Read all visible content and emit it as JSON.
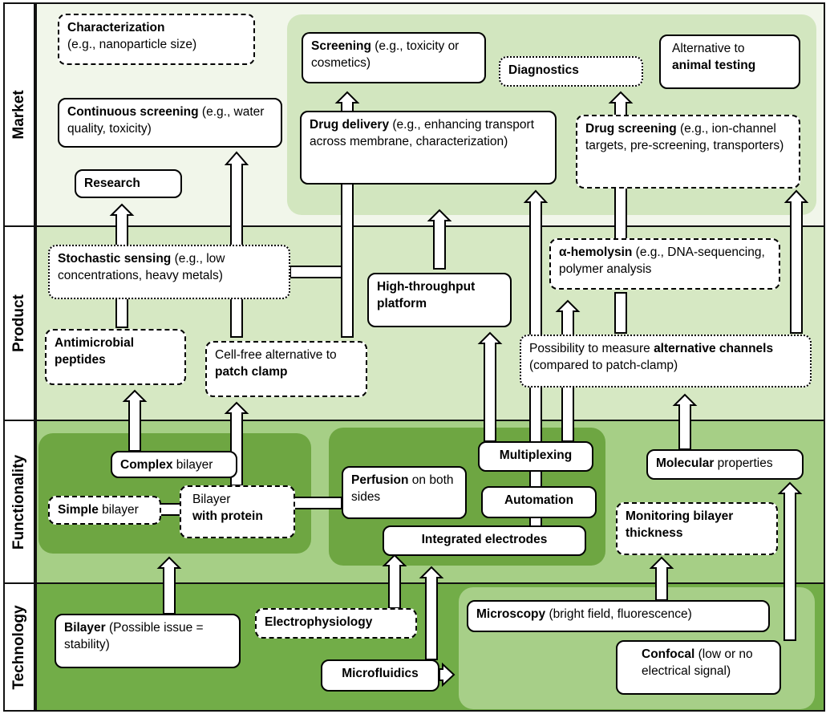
{
  "axis_labels": {
    "market": "Market",
    "product": "Product",
    "functionality": "Functionality",
    "technology": "Technology"
  },
  "colors": {
    "market": "#f1f6ea",
    "product": "#d6e8c3",
    "functionality": "#a6cf86",
    "technology": "#72ad48"
  },
  "nodes": {
    "characterization": {
      "bold": "Characterization",
      "rest": "(e.g., nanoparticle size)"
    },
    "continuous_screening": {
      "bold": "Continuous screening",
      "rest": " (e.g., water quality, toxicity)"
    },
    "research": {
      "bold": "Research",
      "rest": ""
    },
    "screening": {
      "bold": "Screening",
      "rest": " (e.g., toxicity or cosmetics)"
    },
    "diagnostics": {
      "bold": "Diagnostics",
      "rest": ""
    },
    "alt_animal": {
      "pre": "Alternative to ",
      "bold": "animal testing"
    },
    "drug_delivery": {
      "bold": "Drug delivery",
      "rest": " (e.g., enhancing transport across membrane, characterization)"
    },
    "drug_screening": {
      "bold": "Drug screening",
      "rest": " (e.g., ion-channel targets, pre-screening, transporters)"
    },
    "stochastic": {
      "bold": "Stochastic sensing",
      "rest": " (e.g., low concentrations, heavy metals)"
    },
    "antimicrobial": {
      "bold": "Antimicrobial peptides",
      "rest": ""
    },
    "cellfree": {
      "pre": "Cell-free alternative to ",
      "bold": "patch clamp"
    },
    "htp": {
      "bold": "High-throughput platform",
      "rest": ""
    },
    "hemolysin": {
      "bold": "α-hemolysin",
      "rest": " (e.g., DNA-sequencing, polymer analysis"
    },
    "alt_channels": {
      "pre": "Possibility to measure ",
      "bold": "alternative channels",
      "rest": " (compared to patch-clamp)"
    },
    "complex_bilayer": {
      "bold": "Complex",
      "rest": " bilayer"
    },
    "simple_bilayer": {
      "bold": "Simple",
      "rest": " bilayer"
    },
    "bilayer_protein": {
      "pre": "Bilayer",
      "bold": "with protein"
    },
    "perfusion": {
      "bold": "Perfusion",
      "rest": " on both sides"
    },
    "multiplexing": {
      "bold": "Multiplexing",
      "rest": ""
    },
    "automation": {
      "bold": "Automation",
      "rest": ""
    },
    "integrated_electrodes": {
      "bold": "Integrated electrodes",
      "rest": ""
    },
    "molecular": {
      "bold": "Molecular",
      "rest": " properties"
    },
    "monitoring": {
      "bold": "Monitoring bilayer thickness",
      "rest": ""
    },
    "bilayer_tech": {
      "bold": "Bilayer",
      "rest": " (Possible issue = stability)"
    },
    "electrophysiology": {
      "bold": "Electrophysiology",
      "rest": ""
    },
    "microfluidics": {
      "bold": "Microfluidics",
      "rest": ""
    },
    "microscopy": {
      "bold": "Microscopy",
      "rest": " (bright field, fluorescence)"
    },
    "confocal": {
      "bold": "Confocal",
      "rest": " (low or no electrical signal)"
    }
  }
}
